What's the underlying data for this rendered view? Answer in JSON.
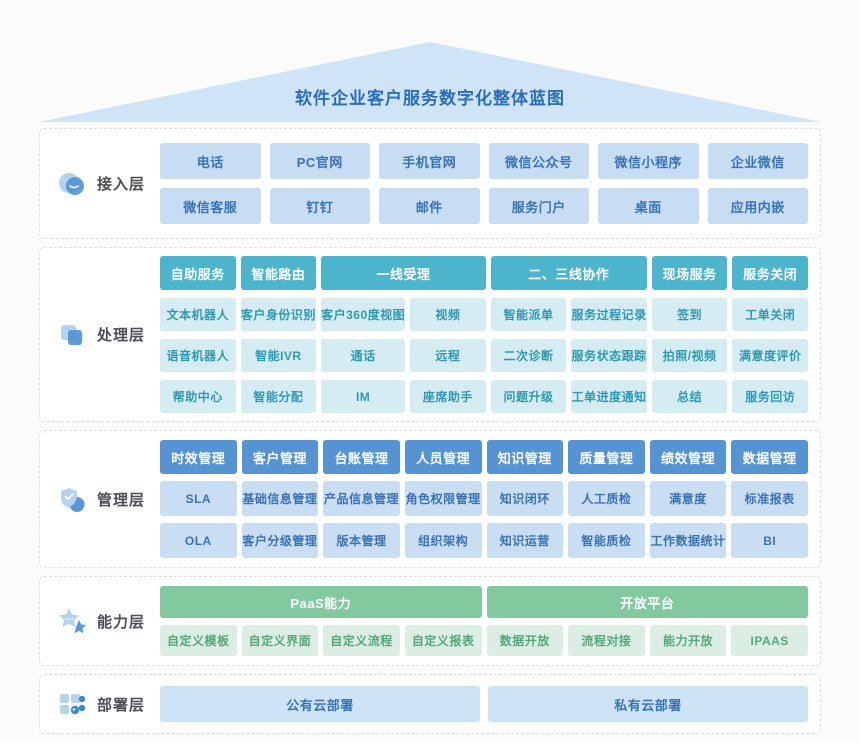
{
  "title": "软件企业客户服务数字化整体蓝图",
  "layers": {
    "access": {
      "label": "接入层",
      "rows": [
        [
          "电话",
          "PC官网",
          "手机官网",
          "微信公众号",
          "微信小程序",
          "企业微信"
        ],
        [
          "微信客服",
          "钉钉",
          "邮件",
          "服务门户",
          "桌面",
          "应用内嵌"
        ]
      ]
    },
    "process": {
      "label": "处理层",
      "headers": [
        {
          "label": "自助服务",
          "span": 1
        },
        {
          "label": "智能路由",
          "span": 1
        },
        {
          "label": "一线受理",
          "span": 2
        },
        {
          "label": "二、三线协作",
          "span": 2
        },
        {
          "label": "现场服务",
          "span": 1
        },
        {
          "label": "服务关闭",
          "span": 1
        }
      ],
      "rows": [
        [
          "文本机器人",
          "客户身份识别",
          "客户360度视图",
          "视频",
          "智能派单",
          "服务过程记录",
          "签到",
          "工单关闭"
        ],
        [
          "语音机器人",
          "智能IVR",
          "通话",
          "远程",
          "二次诊断",
          "服务状态跟踪",
          "拍照/视频",
          "满意度评价"
        ],
        [
          "帮助中心",
          "智能分配",
          "IM",
          "座席助手",
          "问题升级",
          "工单进度通知",
          "总结",
          "服务回访"
        ]
      ]
    },
    "manage": {
      "label": "管理层",
      "headers": [
        {
          "label": "时效管理",
          "span": 1
        },
        {
          "label": "客户管理",
          "span": 1
        },
        {
          "label": "台账管理",
          "span": 1
        },
        {
          "label": "人员管理",
          "span": 1
        },
        {
          "label": "知识管理",
          "span": 1
        },
        {
          "label": "质量管理",
          "span": 1
        },
        {
          "label": "绩效管理",
          "span": 1
        },
        {
          "label": "数据管理",
          "span": 1
        }
      ],
      "rows": [
        [
          "SLA",
          "基础信息管理",
          "产品信息管理",
          "角色权限管理",
          "知识闭环",
          "人工质检",
          "满意度",
          "标准报表"
        ],
        [
          "OLA",
          "客户分级管理",
          "版本管理",
          "组织架构",
          "知识运营",
          "智能质检",
          "工作数据统计",
          "BI"
        ]
      ]
    },
    "capability": {
      "label": "能力层",
      "headers": [
        {
          "label": "PaaS能力",
          "span": 4
        },
        {
          "label": "开放平台",
          "span": 4
        }
      ],
      "rows": [
        [
          "自定义模板",
          "自定义界面",
          "自定义流程",
          "自定义报表",
          "数据开放",
          "流程对接",
          "能力开放",
          "IPAAS"
        ]
      ]
    },
    "deploy": {
      "label": "部署层",
      "cells": [
        "公有云部署",
        "私有云部署"
      ]
    }
  },
  "icons": {
    "access": "overlapping-circles-icon",
    "process": "overlapping-squares-icon",
    "manage": "shield-icon",
    "capability": "star-icon",
    "deploy": "grid-dots-icon"
  },
  "colors": {
    "roof_bg": "#cfe4f6",
    "title_text": "#2a6ebb",
    "panel_border": "#dcdfe4",
    "label_text": "#4b4e52",
    "header_text": "#ffffff",
    "access_cell_bg": "#c6ddf4",
    "access_cell_text": "#3a73b4",
    "proc_header_bg": "#4db5cb",
    "proc_cell_bg": "#d5edf2",
    "proc_cell_text": "#2f99b4",
    "mgmt_header_bg": "#5593d3",
    "mgmt_cell_bg": "#c9ddf3",
    "mgmt_cell_text": "#3a73b4",
    "cap_header_bg": "#82c9a0",
    "cap_cell_bg": "#dceee3",
    "cap_cell_text": "#55a87a",
    "deploy_cell_bg": "#cde3f6",
    "deploy_cell_text": "#3a73b4"
  }
}
